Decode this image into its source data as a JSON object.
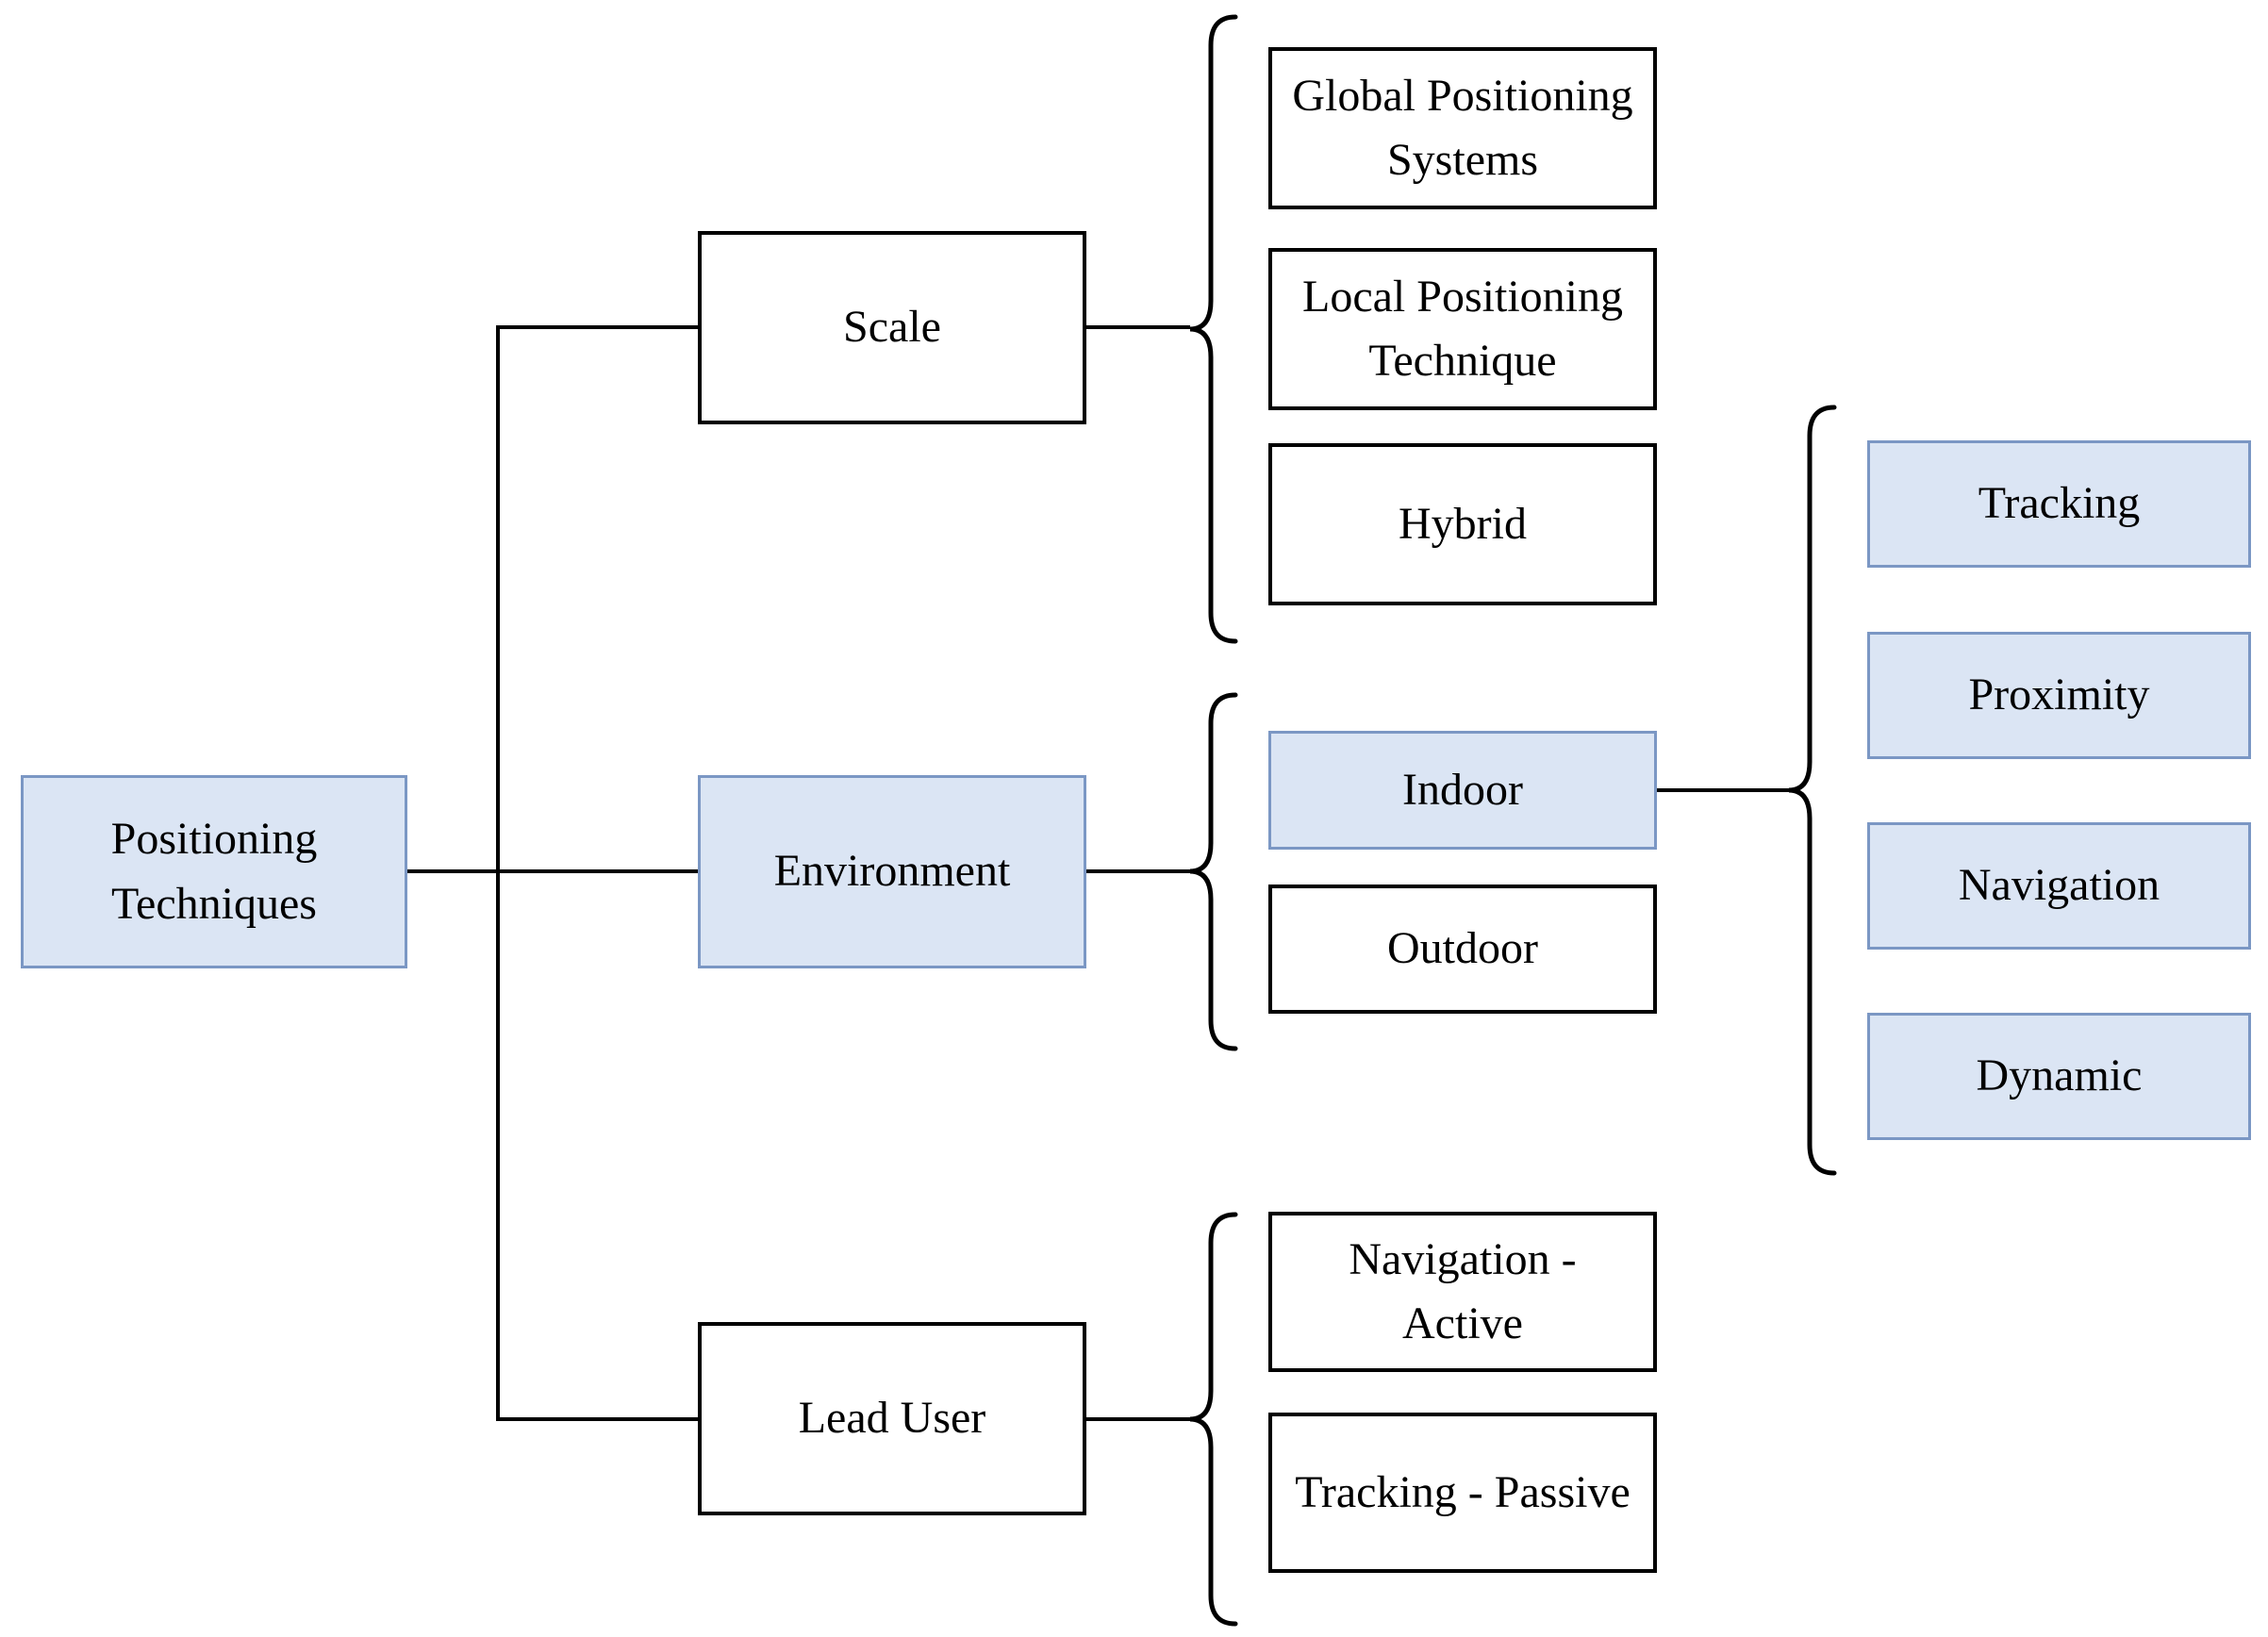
{
  "diagram": {
    "title": "Positioning Techniques",
    "palette": {
      "background": "#ffffff",
      "highlight-fill": "#dbe5f4",
      "highlight-border": "#7b97c4",
      "default-fill": "#ffffff",
      "default-border": "#000000",
      "connector": "#000000",
      "text": "#000000"
    },
    "nodes": {
      "root": "Positioning Techniques",
      "scale": "Scale",
      "environment": "Environment",
      "lead_user": "Lead User",
      "global_positioning_systems": "Global Positioning Systems",
      "local_positioning_technique": "Local Positioning Technique",
      "hybrid": "Hybrid",
      "indoor": "Indoor",
      "outdoor": "Outdoor",
      "navigation_active": "Navigation - Active",
      "tracking_passive": "Tracking - Passive",
      "tracking": "Tracking",
      "proximity": "Proximity",
      "navigation": "Navigation",
      "dynamic": "Dynamic"
    },
    "hierarchy": [
      {
        "parent": "Positioning Techniques",
        "children": [
          "Scale",
          "Environment",
          "Lead User"
        ]
      },
      {
        "parent": "Scale",
        "children": [
          "Global Positioning Systems",
          "Local Positioning Technique",
          "Hybrid"
        ]
      },
      {
        "parent": "Environment",
        "children": [
          "Indoor",
          "Outdoor"
        ]
      },
      {
        "parent": "Indoor",
        "children": [
          "Tracking",
          "Proximity",
          "Navigation",
          "Dynamic"
        ]
      },
      {
        "parent": "Lead User",
        "children": [
          "Navigation - Active",
          "Tracking - Passive"
        ]
      }
    ],
    "highlighted_nodes": [
      "Positioning Techniques",
      "Environment",
      "Indoor",
      "Tracking",
      "Proximity",
      "Navigation",
      "Dynamic"
    ]
  }
}
